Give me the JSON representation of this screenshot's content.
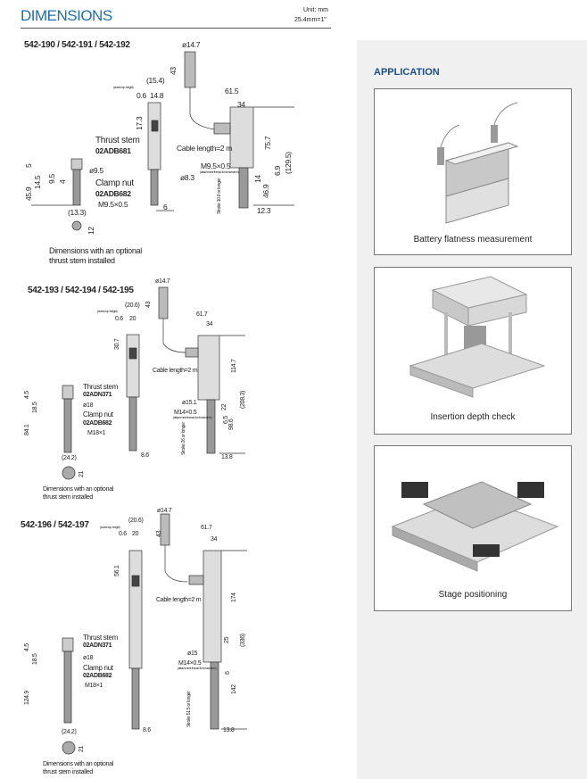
{
  "header": {
    "title": "DIMENSIONS",
    "unit": "Unit: mm",
    "conversion": "25.4mm=1\""
  },
  "sections": [
    {
      "title": "542-190 / 542-191 / 542-192",
      "labels": {
        "d_connector": "ø14.7",
        "connector_len": "43",
        "screw_top": "(15.4)",
        "screw_top_note": "(screw top height)",
        "d06": "0.6",
        "d148": "14.8",
        "d173": "17.3",
        "w615": "61.5",
        "w34": "34",
        "h757": "75.7",
        "h1295": "(129.5)",
        "cable": "Cable length=2 m",
        "thrust_stem": "Thrust stem",
        "thrust_code": "02ADB681",
        "dia95": "ø9.5",
        "clamp_nut": "Clamp nut",
        "clamp_code": "02ADB682",
        "thread": "M9.5×0.5",
        "d5": "5",
        "d145": "14.5",
        "d95": "9.5",
        "d4": "4",
        "d459": "45.9",
        "d6": "6",
        "thread2": "M9.5×0.5",
        "attach_note": "(attachment thread for thrust stem)",
        "dia83": "ø8.3",
        "d69": "6.9",
        "d14": "14",
        "d469": "46.9",
        "stroke": "Stroke 10.6 or longer",
        "d123": "12.3",
        "d133": "(13.3)",
        "d12": "12",
        "note1": "Dimensions with an optional",
        "note2": "thrust stem installed"
      }
    },
    {
      "title": "542-193 / 542-194 / 542-195",
      "labels": {
        "d_connector": "ø14.7",
        "connector_len": "43",
        "screw_top": "(20.6)",
        "screw_top_note": "(screw top height)",
        "d06": "0.6",
        "d20": "20",
        "d307": "30.7",
        "w617": "61.7",
        "w34": "34",
        "cable": "Cable length=2 m",
        "h1147": "114.7",
        "h2083": "(208.3)",
        "thrust_stem": "Thrust stem",
        "thrust_code": "02ADN371",
        "dia18": "ø18",
        "clamp_nut": "Clamp nut",
        "clamp_code": "02ADB682",
        "thread": "M18×1",
        "d45": "4.5",
        "d185": "18.5",
        "d841": "84.1",
        "d86": "8.6",
        "dia15": "ø15.1",
        "thread2": "M14×0.5",
        "attach_note": "(attachment thread for thrust stem)",
        "d22": "22",
        "d65": "6.5",
        "d986": "98.6",
        "stroke": "Stroke 26 or longer",
        "d138": "13.8",
        "d242": "(24.2)",
        "d21": "21",
        "note1": "Dimensions with an optional",
        "note2": "thrust stem installed"
      }
    },
    {
      "title": "542-196 / 542-197",
      "labels": {
        "d_connector": "ø14.7",
        "connector_len": "43",
        "screw_top": "(20.6)",
        "screw_top_note": "(screw top height)",
        "d06": "0.6",
        "d20": "20",
        "d561": "56.1",
        "w617": "61.7",
        "w34": "34",
        "cable": "Cable length=2 m",
        "h174": "174",
        "h336": "(336)",
        "d25": "25",
        "dia15": "ø15",
        "thread2": "M14×0.5",
        "attach_note": "(attachment thread for thrust stem)",
        "d6": "6",
        "d142": "142",
        "stroke": "Stroke 51.5 or longer",
        "d138": "13.8",
        "d86": "8.6",
        "thrust_stem": "Thrust stem",
        "thrust_code": "02ADN371",
        "dia18": "ø18",
        "clamp_nut": "Clamp nut",
        "clamp_code": "02ADB682",
        "thread": "M18×1",
        "d45": "4.5",
        "d185": "18.5",
        "d1249": "124.9",
        "d242": "(24.2)",
        "d21": "21",
        "note1": "Dimensions with an optional",
        "note2": "thrust stem installed"
      }
    }
  ],
  "application": {
    "title": "APPLICATION",
    "accent": "#1b4f8a",
    "items": [
      {
        "caption": "Battery flatness measurement"
      },
      {
        "caption": "Insertion depth check"
      },
      {
        "caption": "Stage positioning"
      }
    ]
  }
}
